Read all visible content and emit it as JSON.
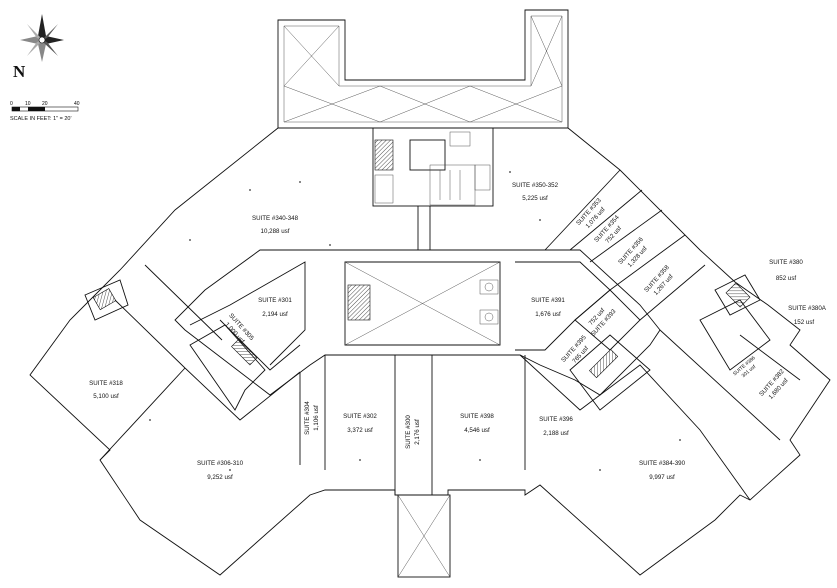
{
  "scale": {
    "caption": "SCALE IN FEET: 1\" = 20'",
    "ticks": [
      "0",
      "10",
      "20",
      "40"
    ]
  },
  "compass": {
    "letter": "N"
  },
  "suites": {
    "s340": {
      "name": "SUITE #340-348",
      "area": "10,288 usf"
    },
    "s350": {
      "name": "SUITE #350-352",
      "area": "5,225 usf"
    },
    "s353": {
      "name": "SUITE #353",
      "area": "1,076 usf"
    },
    "s354": {
      "name": "SUITE #354",
      "area": "752 usf"
    },
    "s356": {
      "name": "SUITE #356",
      "area": "1,328 usf"
    },
    "s358": {
      "name": "SUITE #358",
      "area": "1,267 usf"
    },
    "s380": {
      "name": "SUITE #380",
      "area": "852 usf"
    },
    "s380a": {
      "name": "SUITE #380A",
      "area": "152 usf"
    },
    "s301": {
      "name": "SUITE #301",
      "area": "2,194 usf"
    },
    "s305": {
      "name": "SUITE #305",
      "area": "1,000 usf"
    },
    "s391": {
      "name": "SUITE #391",
      "area": "1,676 usf"
    },
    "s393": {
      "name": "SUITE #393",
      "area": "752 usf"
    },
    "s395": {
      "name": "SUITE #395",
      "area": "765 usf"
    },
    "s318": {
      "name": "SUITE #318",
      "area": "5,100 usf"
    },
    "s304": {
      "name": "SUITE #304",
      "area": "1,106 usf"
    },
    "s302": {
      "name": "SUITE #302",
      "area": "3,372 usf"
    },
    "s300": {
      "name": "SUITE #300",
      "area": "2,176 usf"
    },
    "s398": {
      "name": "SUITE #398",
      "area": "4,546 usf"
    },
    "s396": {
      "name": "SUITE #396",
      "area": "2,188 usf"
    },
    "s306": {
      "name": "SUITE #306-310",
      "area": "9,252 usf"
    },
    "s384": {
      "name": "SUITE #384-390",
      "area": "9,997 usf"
    },
    "s386": {
      "name": "SUITE #386",
      "area": "301 usf"
    },
    "s382": {
      "name": "SUITE #382",
      "area": "1,680 usf"
    }
  }
}
